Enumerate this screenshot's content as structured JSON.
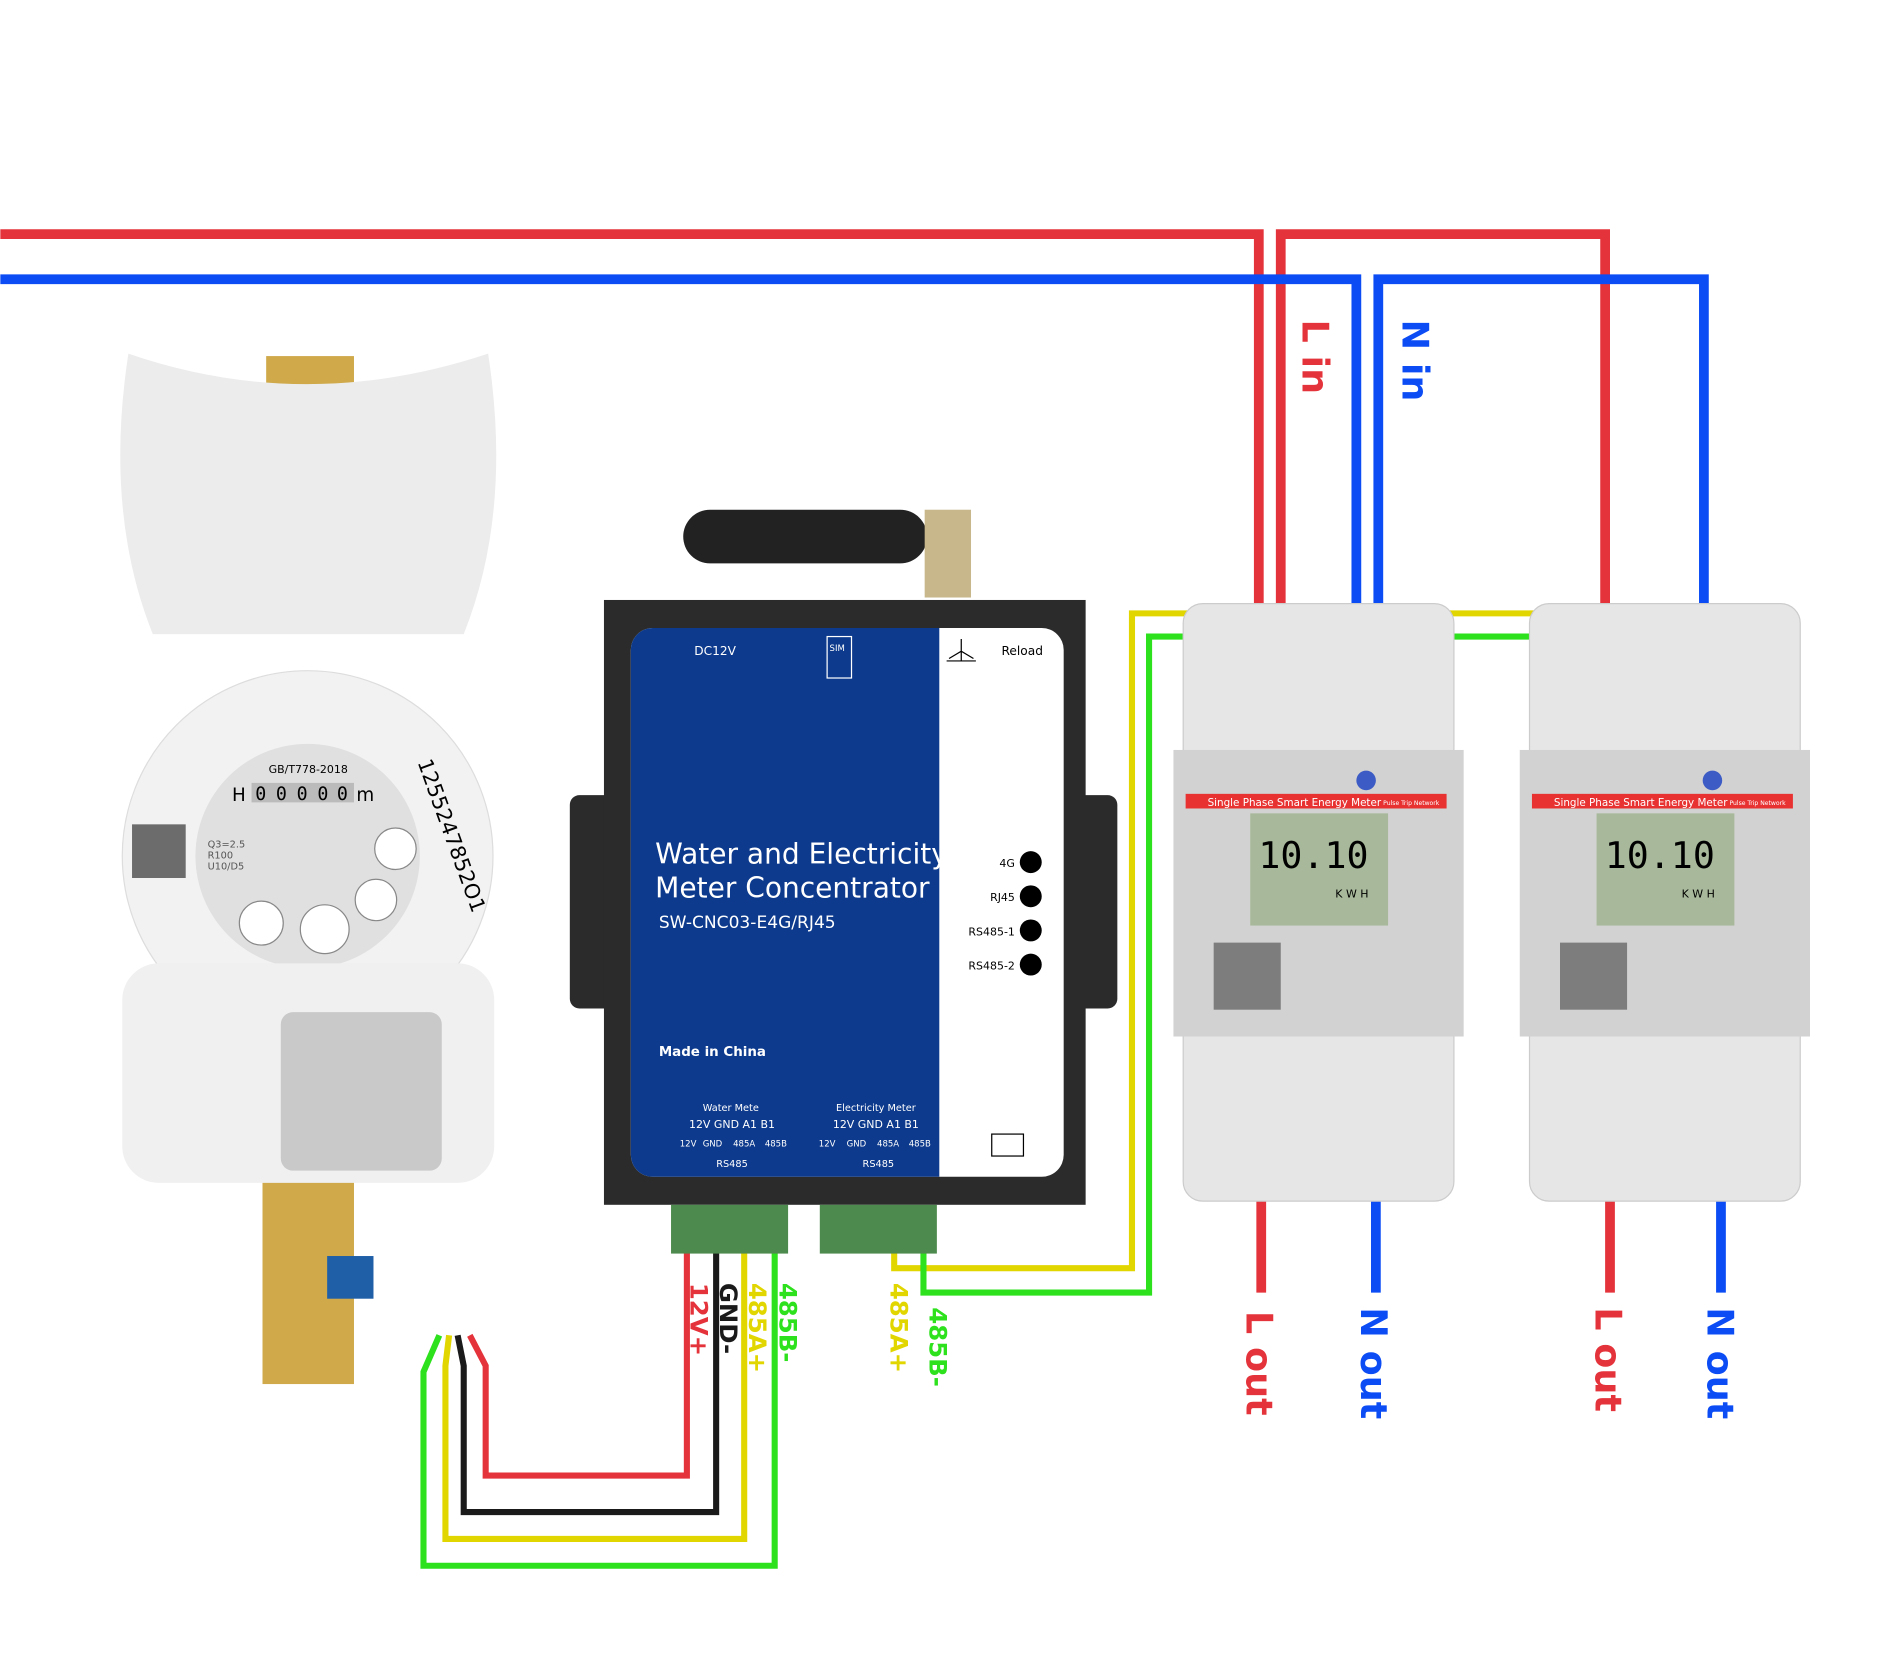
{
  "colors": {
    "live": "#e4333a",
    "neutral": "#0b4cf5",
    "a": "#e2d600",
    "b": "#2de11d",
    "gnd": "#1a1a1a",
    "panel": "#0d3a8c"
  },
  "concentrator": {
    "dc": "DC12V",
    "sim": "SIM",
    "reload": "Reload",
    "title1": "Water and Electricity",
    "title2": "Meter Concentrator",
    "model": "SW-CNC03-E4G/RJ45",
    "made": "Made in China",
    "leds": [
      "4G",
      "RJ45",
      "RS485-1",
      "RS485-2"
    ],
    "water_port": {
      "title": "Water Mete",
      "pins": "12V GND A1 B1",
      "boxes": [
        "12V",
        "GND",
        "485A",
        "485B"
      ],
      "bus": "RS485"
    },
    "elec_port": {
      "title": "Electricity Meter",
      "pins": "12V GND A1 B1",
      "boxes": [
        "12V",
        "GND",
        "485A",
        "485B"
      ],
      "bus": "RS485"
    }
  },
  "wire_labels": {
    "v12": "12V+",
    "gnd": "GND-",
    "a1": "485A+",
    "b1": "485B-",
    "a2": "485A+",
    "b2": "485B-"
  },
  "energy_meters": [
    {
      "banner": "Single Phase Smart Energy Meter",
      "sub": "Pulse Trip Network",
      "reading": "10.10",
      "unit": "K W H",
      "lin": "L in",
      "nin": "N in",
      "lout": "L out",
      "nout": "N out"
    },
    {
      "banner": "Single Phase Smart Energy Meter",
      "sub": "Pulse Trip Network",
      "reading": "10.10",
      "unit": "K W H",
      "lout": "L out",
      "nout": "N out"
    }
  ],
  "water_meter": {
    "standard": "GB/T778-2018",
    "h": "H",
    "digits": [
      "0",
      "0",
      "0",
      "0",
      "0"
    ],
    "unit": "m",
    "specs": [
      "Q3=2.5",
      "R100",
      "U10/D5"
    ],
    "serial": "1255247852O1"
  }
}
